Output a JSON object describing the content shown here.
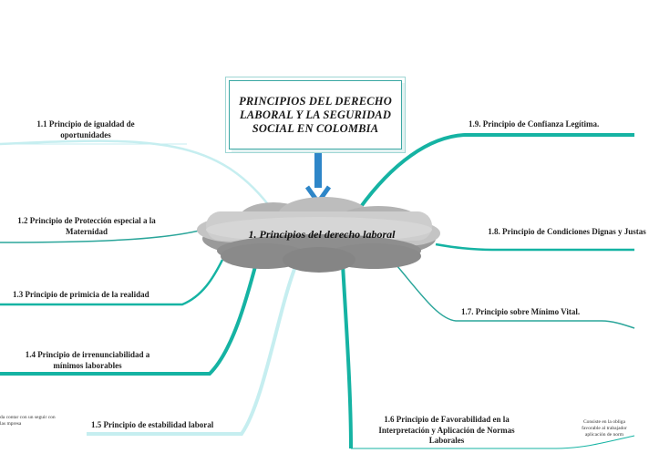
{
  "title": "PRINCIPIOS DEL DERECHO LABORAL Y LA SEGURIDAD SOCIAL EN COLOMBIA",
  "central": "1. Principios del derecho laboral",
  "branches": {
    "b11": "1.1 Principio de igualdad de oportunidades",
    "b12": "1.2 Principio de Protección especial a la Maternidad",
    "b13": "1.3 Principio de  primicia de la realidad",
    "b14": "1.4 Principio de irrenunciabilidad a mínimos laborables",
    "b15": "1.5 Principio de estabilidad laboral",
    "b16": "1.6 Principio de Favorabilidad en la Interpretación y Aplicación de Normas Laborales",
    "b17": "1.7. Principio sobre Mínimo Vital.",
    "b18": "1.8. Principio de Condiciones Dignas y Justas",
    "b19": "1.9. Principio de Confianza Legítima."
  },
  "notes": {
    "n15": "da contar con un seguir con las mpresa",
    "n16": "Consiste en la obliga favorable al trabajador aplicación de norm"
  },
  "colors": {
    "teal": "#15b3a3",
    "light_teal": "#a8e2e6",
    "pale": "#c6eef0",
    "arrow": "#2e86c8",
    "border": "#3aa7a3"
  }
}
